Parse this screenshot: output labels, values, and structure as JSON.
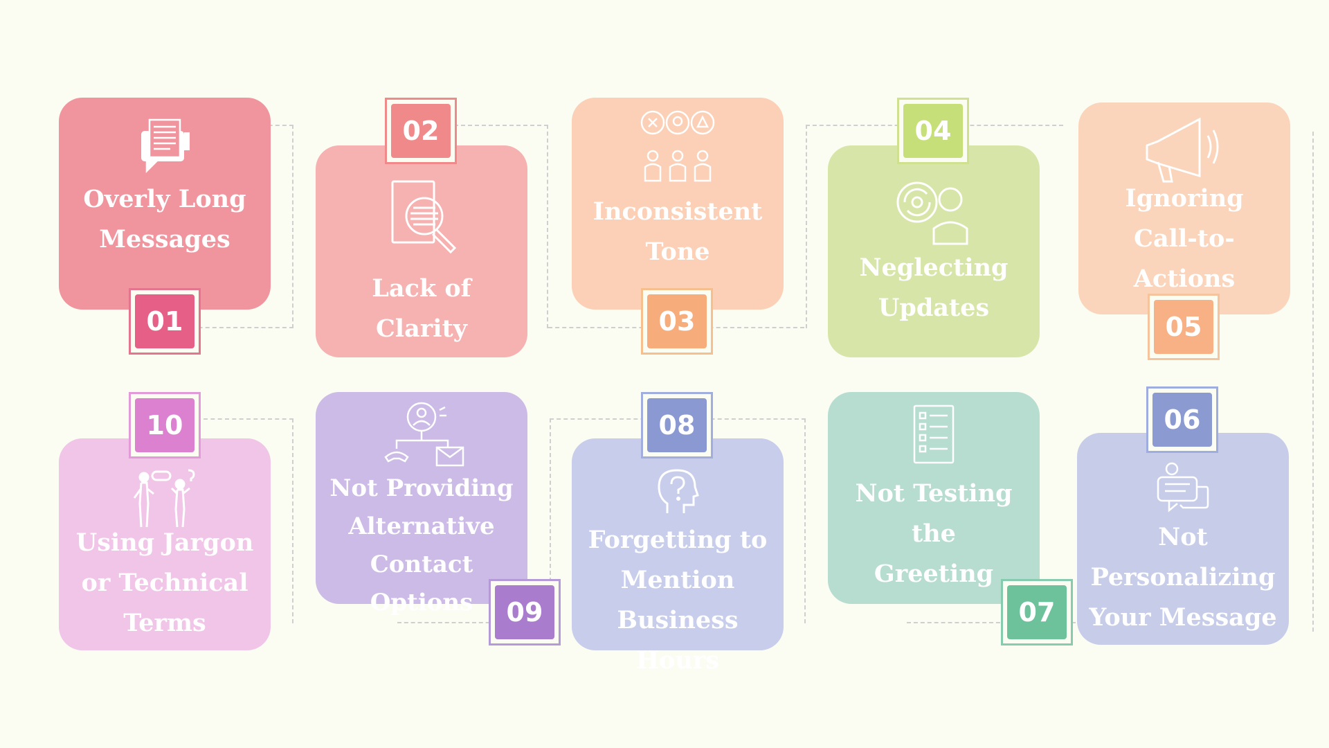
{
  "steps": [
    {
      "number": "01",
      "title": "Overly Long\nMessages",
      "icon": "document-speech-icon",
      "card_color": "#f0959e",
      "badge_color": "#e55f86",
      "badge_border": "#e3768e"
    },
    {
      "number": "02",
      "title": "Lack of Clarity",
      "icon": "document-magnifier-icon",
      "card_color": "#f6b1b1",
      "badge_color": "#f08a8a",
      "badge_border": "#f08a8a"
    },
    {
      "number": "03",
      "title": "Inconsistent\nTone",
      "icon": "people-feedback-icon",
      "card_color": "#fbd0b6",
      "badge_color": "#f7ad7b",
      "badge_border": "#f6c08e"
    },
    {
      "number": "04",
      "title": "Neglecting\nUpdates",
      "icon": "person-refresh-icon",
      "card_color": "#d7e6a8",
      "badge_color": "#c6df79",
      "badge_border": "#cfe08f"
    },
    {
      "number": "05",
      "title": "Ignoring\nCall-to-Actions",
      "icon": "megaphone-icon",
      "card_color": "#fad5bc",
      "badge_color": "#f7b184",
      "badge_border": "#f5c49c"
    },
    {
      "number": "06",
      "title": "Not\nPersonalizing\nYour Message",
      "icon": "person-chat-icon",
      "card_color": "#c7cde9",
      "badge_color": "#8b9bd1",
      "badge_border": "#9eaddd"
    },
    {
      "number": "07",
      "title": "Not Testing\nthe\nGreeting",
      "icon": "checklist-icon",
      "card_color": "#b7ddd1",
      "badge_color": "#6ec29b",
      "badge_border": "#86cbae"
    },
    {
      "number": "08",
      "title": "Forgetting to\nMention\nBusiness Hours",
      "icon": "head-question-icon",
      "card_color": "#c7cdea",
      "badge_color": "#8a99d1",
      "badge_border": "#a1addd"
    },
    {
      "number": "09",
      "title": "Not Providing\nAlternative\nContact Options",
      "icon": "contact-options-icon",
      "card_color": "#cbbbe6",
      "badge_color": "#a97ccd",
      "badge_border": "#b59ad8"
    },
    {
      "number": "10",
      "title": "Using Jargon\nor Technical\nTerms",
      "icon": "people-conversation-icon",
      "card_color": "#f0c5e7",
      "badge_color": "#dc80d0",
      "badge_border": "#e29bd8"
    }
  ]
}
